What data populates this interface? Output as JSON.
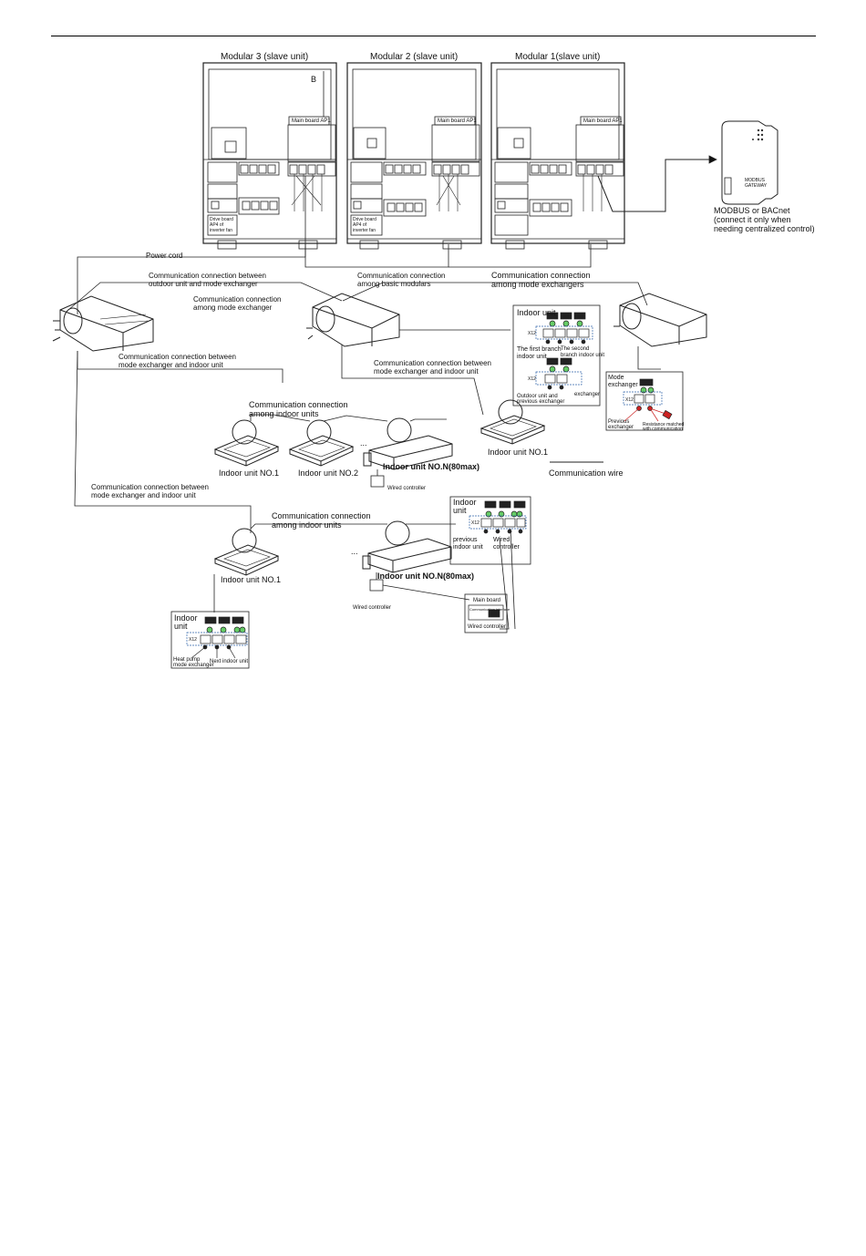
{
  "modules": [
    {
      "title": "Modular 3 (slave unit)",
      "mainboard": "Main board AP1",
      "driveboard": "Drive board AP4 of inverter fan",
      "corner": "B"
    },
    {
      "title": "Modular 2 (slave unit)",
      "mainboard": "Main board AP1",
      "driveboard": "Drive board AP4 of inverter fan"
    },
    {
      "title": "Modular 1(slave unit)",
      "mainboard": "Main board AP1"
    }
  ],
  "gateway": {
    "label1": "MODBUS",
    "label2": "GATEWAY",
    "caption": [
      "MODBUS or BACnet",
      "(connect it only when",
      "needing centralized control)"
    ]
  },
  "connections": {
    "power_cord": "Power cord",
    "outdoor_mode": [
      "Communication connection between",
      "outdoor unit and mode exchanger"
    ],
    "among_modulars": [
      "Communication connection",
      "among basic modulars"
    ],
    "among_mode_exchangers": [
      "Communication connection",
      "among mode exchangers"
    ],
    "among_mode_exchanger": [
      "Communication connection",
      "among mode exchanger"
    ],
    "mode_indoor_1": [
      "Communication connection between",
      "mode exchanger and indoor unit"
    ],
    "mode_indoor_2": [
      "Communication connection between",
      "mode exchanger and indoor unit"
    ],
    "mode_indoor_3": [
      "Communication connection between",
      "mode exchanger and indoor unit"
    ],
    "among_indoor_1": [
      "Communication connection",
      "among indoor units"
    ],
    "among_indoor_2": [
      "Communication connection",
      "among indoor units"
    ]
  },
  "units": {
    "indoor_no1_a": "Indoor unit NO.1",
    "indoor_no2": "Indoor unit  NO.2",
    "indoor_noN_a": "Indoor unit NO.N(80max)",
    "indoor_no1_b": "Indoor unit NO.1",
    "indoor_no1_c": "Indoor unit NO.1",
    "indoor_noN_b": "Indoor unit NO.N(80max)",
    "wired_controller_a": "Wired controller",
    "wired_controller_b": "Wired controller",
    "ellipsis_a": "...",
    "ellipsis_b": "..."
  },
  "legend": {
    "communication_wire": "Communication wire"
  },
  "detail_boxes": {
    "box1": {
      "title": "Indoor unit",
      "left": [
        "The first branch",
        "indoor unit"
      ],
      "right": [
        "The second",
        "branch indoor unit"
      ],
      "bottom_left": [
        "Outdoor unit and",
        "previous exchanger"
      ],
      "bottom_right": "exchanger",
      "port": "X12"
    },
    "box2": {
      "title": [
        "Mode",
        "exchanger"
      ],
      "left": [
        "Previous",
        "exchanger"
      ],
      "right": [
        "Resistance matched",
        "with communication"
      ],
      "port": "X12"
    },
    "box3": {
      "title": [
        "Indoor",
        "unit"
      ],
      "left": [
        "previous",
        "indoor unit"
      ],
      "right": [
        "Wired",
        "controller"
      ],
      "port": "X12"
    },
    "box4": {
      "title": "Main board",
      "sub": "Communication interface",
      "caption": "Wired controller"
    },
    "box5": {
      "title": [
        "Indoor",
        "unit"
      ],
      "left": [
        "Heat pump",
        "mode exchanger"
      ],
      "right": "Next indoor unit",
      "port": "X12"
    }
  }
}
